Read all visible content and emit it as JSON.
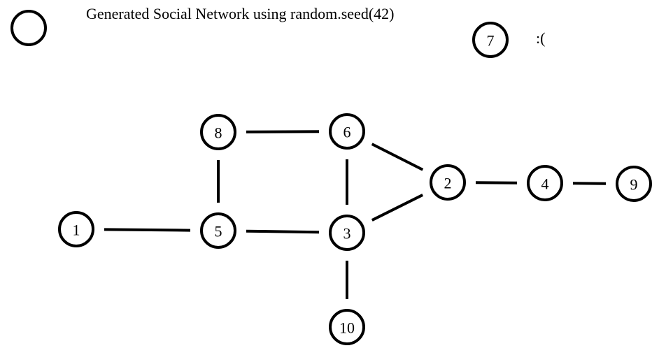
{
  "title": "Generated Social Network using random.seed(42)",
  "sad_face": ":(",
  "graph": {
    "nodes": [
      {
        "id": "1",
        "label": "1"
      },
      {
        "id": "2",
        "label": "2"
      },
      {
        "id": "3",
        "label": "3"
      },
      {
        "id": "4",
        "label": "4"
      },
      {
        "id": "5",
        "label": "5"
      },
      {
        "id": "6",
        "label": "6"
      },
      {
        "id": "7",
        "label": "7"
      },
      {
        "id": "8",
        "label": "8"
      },
      {
        "id": "9",
        "label": "9"
      },
      {
        "id": "10",
        "label": "10"
      }
    ],
    "edges": [
      {
        "source": "1",
        "target": "5"
      },
      {
        "source": "5",
        "target": "8"
      },
      {
        "source": "5",
        "target": "3"
      },
      {
        "source": "8",
        "target": "6"
      },
      {
        "source": "6",
        "target": "3"
      },
      {
        "source": "6",
        "target": "2"
      },
      {
        "source": "3",
        "target": "2"
      },
      {
        "source": "3",
        "target": "10"
      },
      {
        "source": "2",
        "target": "4"
      },
      {
        "source": "4",
        "target": "9"
      }
    ]
  }
}
